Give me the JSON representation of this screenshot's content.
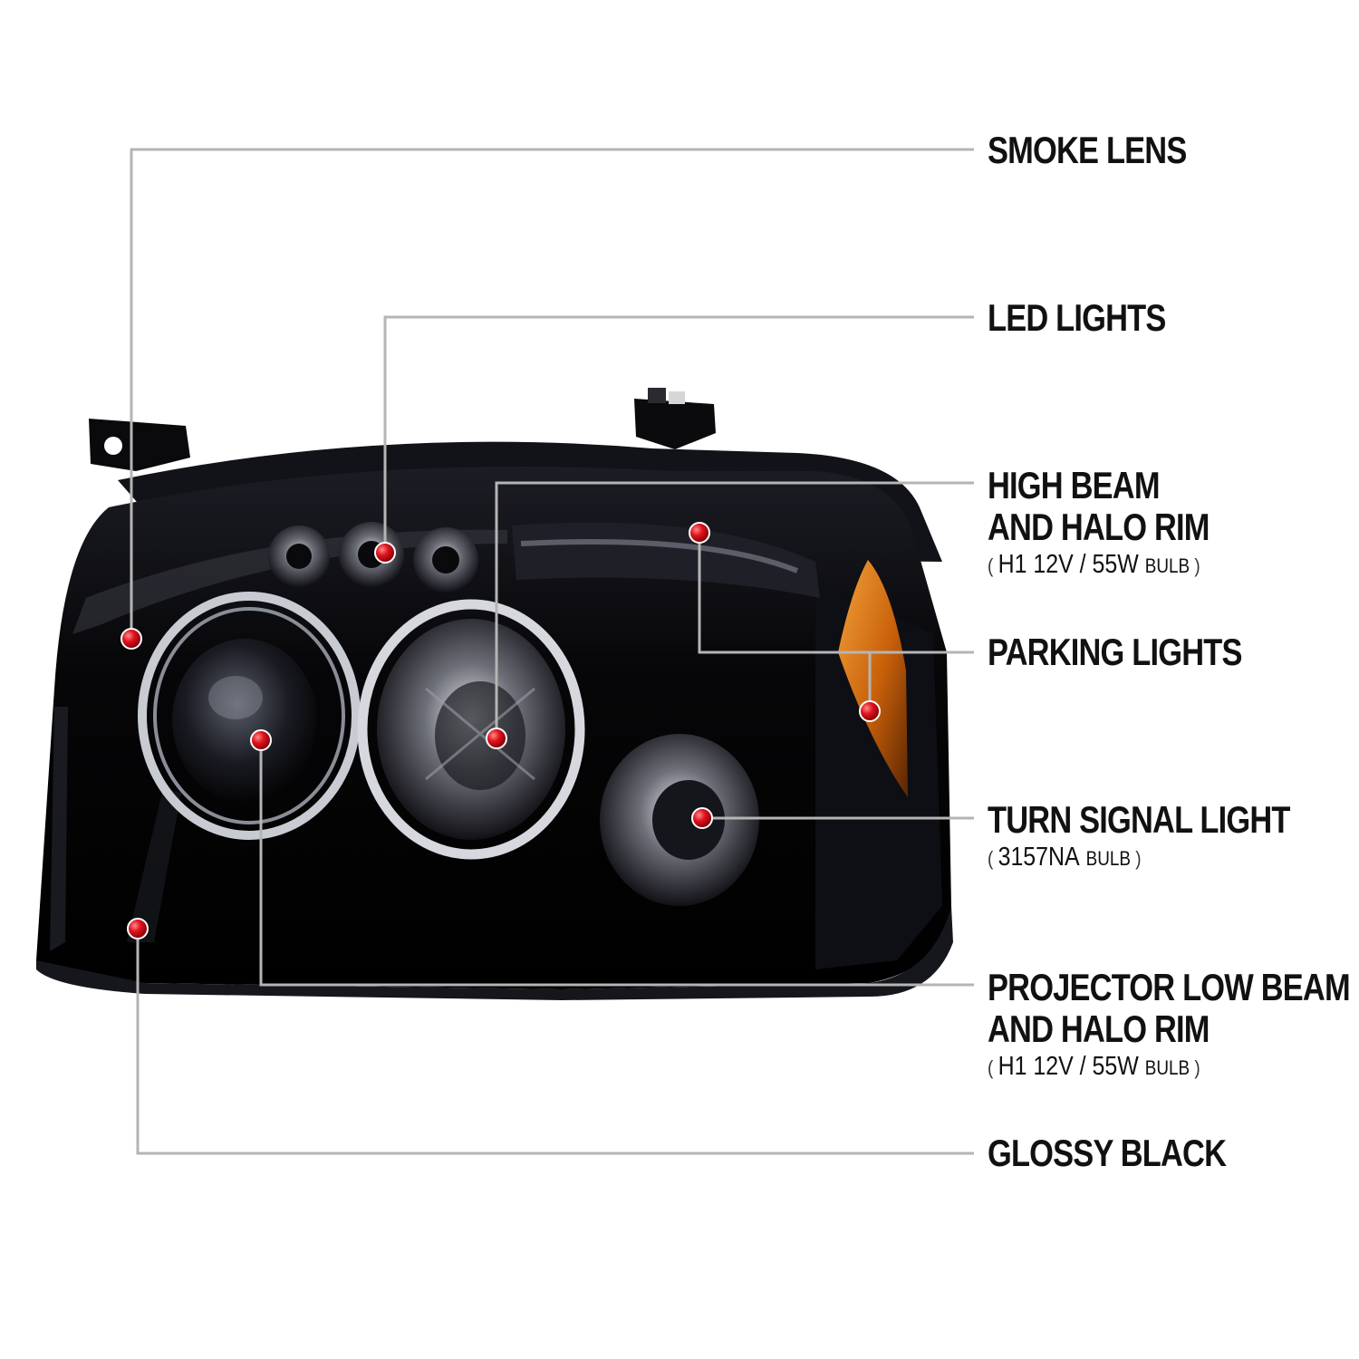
{
  "callouts": [
    {
      "id": "smoke-lens",
      "title": [
        "SMOKE LENS"
      ]
    },
    {
      "id": "led-lights",
      "title": [
        "LED LIGHTS"
      ]
    },
    {
      "id": "high-beam",
      "title": [
        "HIGH BEAM",
        "AND HALO RIM"
      ],
      "spec": "H1  12V / 55W",
      "spec_unit": "BULB"
    },
    {
      "id": "parking-lights",
      "title": [
        "PARKING LIGHTS"
      ]
    },
    {
      "id": "turn-signal",
      "title": [
        "TURN SIGNAL LIGHT"
      ],
      "spec": "3157NA",
      "spec_unit": "BULB"
    },
    {
      "id": "low-beam",
      "title": [
        "PROJECTOR LOW BEAM",
        "AND HALO RIM"
      ],
      "spec": "H1  12V / 55W",
      "spec_unit": "BULB"
    },
    {
      "id": "glossy-black",
      "title": [
        "GLOSSY BLACK"
      ]
    }
  ],
  "colors": {
    "marker": "#e0141e",
    "leader": "#b5b5b5",
    "housing": "#050507",
    "amber": "#d9740f",
    "text": "#111111"
  }
}
